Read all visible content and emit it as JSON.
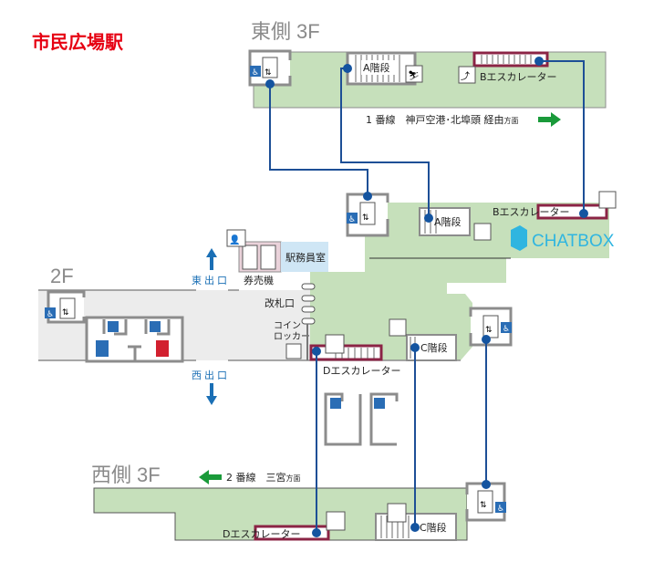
{
  "title": "市民広場駅",
  "colors": {
    "title": "#e60012",
    "platform": "#c6e0bb",
    "concourse": "#ececec",
    "route": "#1d4f96",
    "escalator": "#8b2445",
    "direction_arrow": "#1a9a3a",
    "exit": "#1a6fb5",
    "office": "#cfe6f5",
    "ticket": "#ead2da"
  },
  "floors": {
    "east3f": {
      "name": "東側",
      "level": "3F",
      "direction": "1 番線　神戸空港･北埠頭 経由",
      "direction_suffix": "方面",
      "stairs": "A階段",
      "escalator": "Bエスカレーター"
    },
    "f2": {
      "level": "2F",
      "office": "駅務員室",
      "ticket": "券売機",
      "gate": "改札口",
      "locker1": "コイン",
      "locker2": "ロッカー",
      "stairs_a": "A階段",
      "escalator_b": "Bエスカレーター",
      "stairs_c": "C階段",
      "escalator_d": "Dエスカレーター",
      "exit_east": "東出口",
      "exit_west": "西出口"
    },
    "west3f": {
      "name": "西側",
      "level": "3F",
      "direction": "2 番線　三宮",
      "direction_suffix": "方面",
      "escalator": "Dエスカレーター",
      "stairs": "C階段"
    }
  },
  "watermark": "CHATBOX",
  "icons": [
    "elevator-icon",
    "wheelchair-icon",
    "stairs-icon",
    "escalator-icon",
    "toilet-male-icon",
    "toilet-female-icon",
    "locker-icon",
    "ticket-machine-icon",
    "station-staff-icon",
    "arrow-up-icon",
    "arrow-down-icon",
    "arrow-right-icon",
    "arrow-left-icon"
  ]
}
